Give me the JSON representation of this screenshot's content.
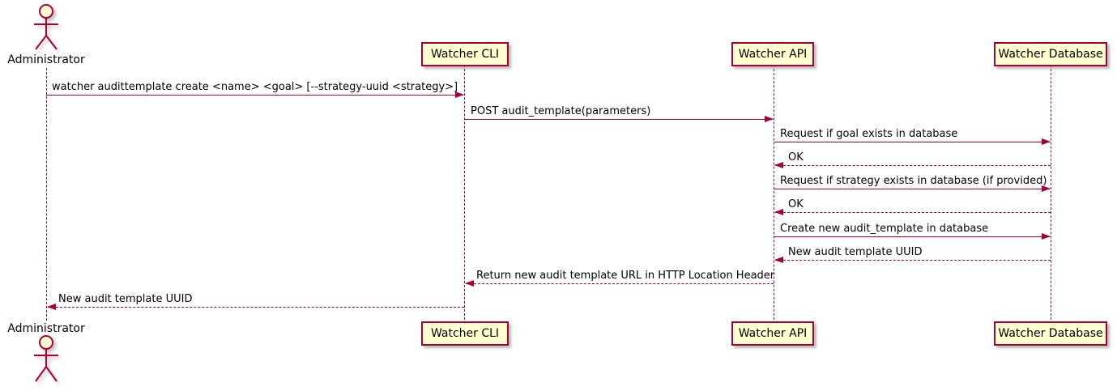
{
  "diagram": {
    "type": "uml-sequence-diagram",
    "colors": {
      "participant_fill": "#FEFECE",
      "participant_border": "#A80036",
      "arrow": "#A80036",
      "text": "#000000",
      "background": "#ffffff"
    },
    "actor": {
      "label": "Administrator"
    },
    "participants": [
      {
        "label": "Watcher CLI"
      },
      {
        "label": "Watcher API"
      },
      {
        "label": "Watcher Database"
      }
    ],
    "messages": [
      {
        "from": "Administrator",
        "to": "Watcher CLI",
        "line": "solid",
        "direction": "right",
        "text": "watcher audittemplate create <name> <goal> [--strategy-uuid <strategy>]"
      },
      {
        "from": "Watcher CLI",
        "to": "Watcher API",
        "line": "solid",
        "direction": "right",
        "text": "POST audit_template(parameters)"
      },
      {
        "from": "Watcher API",
        "to": "Watcher Database",
        "line": "solid",
        "direction": "right",
        "text": "Request if goal exists in database"
      },
      {
        "from": "Watcher Database",
        "to": "Watcher API",
        "line": "dashed",
        "direction": "left",
        "text": "OK"
      },
      {
        "from": "Watcher API",
        "to": "Watcher Database",
        "line": "solid",
        "direction": "right",
        "text": "Request if strategy exists in database (if provided)"
      },
      {
        "from": "Watcher Database",
        "to": "Watcher API",
        "line": "dashed",
        "direction": "left",
        "text": "OK"
      },
      {
        "from": "Watcher API",
        "to": "Watcher Database",
        "line": "solid",
        "direction": "right",
        "text": "Create new audit_template in database"
      },
      {
        "from": "Watcher Database",
        "to": "Watcher API",
        "line": "dashed",
        "direction": "left",
        "text": "New audit template UUID"
      },
      {
        "from": "Watcher API",
        "to": "Watcher CLI",
        "line": "dashed",
        "direction": "left",
        "text": "Return new audit template URL in HTTP Location Header"
      },
      {
        "from": "Watcher CLI",
        "to": "Administrator",
        "line": "dashed",
        "direction": "left",
        "text": "New audit template UUID"
      }
    ]
  }
}
